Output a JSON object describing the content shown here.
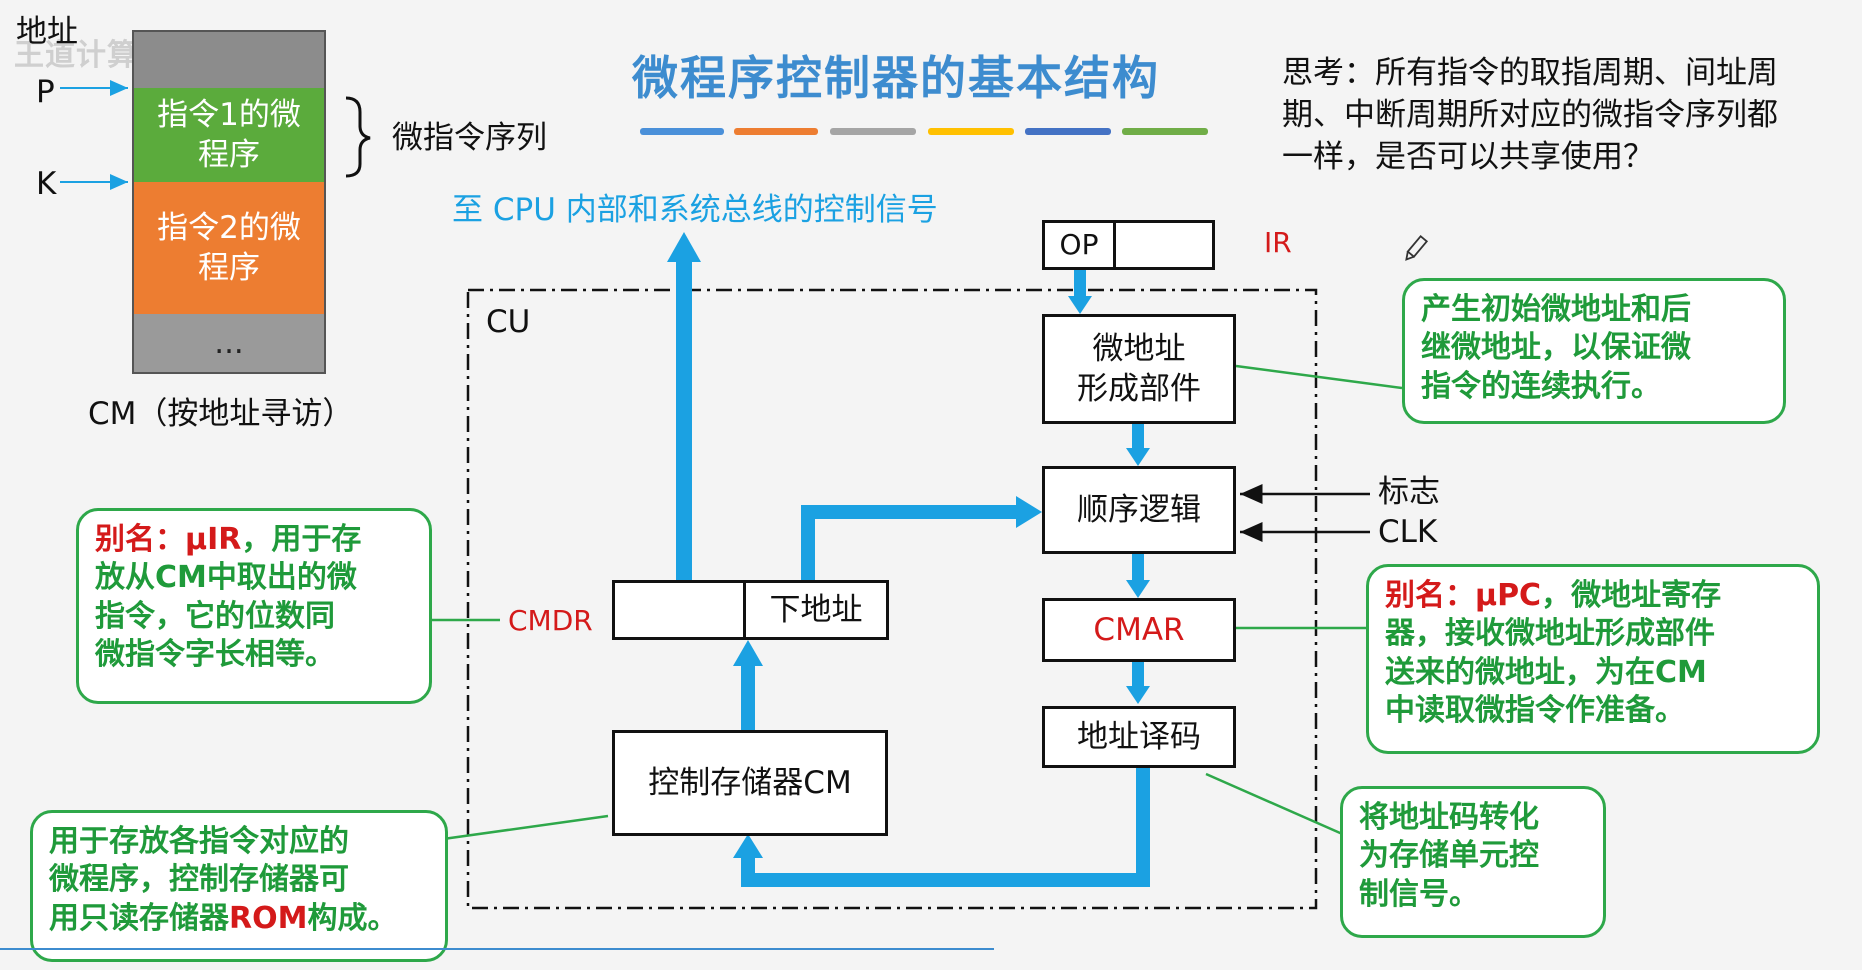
{
  "watermark": "王道计算机教育",
  "title": "微程序控制器的基本结构",
  "title_bar_colors": [
    "#4a90d9",
    "#ed7d31",
    "#a5a5a5",
    "#ffc000",
    "#4472c4",
    "#70ad47"
  ],
  "think": {
    "lines": [
      "思考：所有指令的取指周期、间址周",
      "期、中断周期所对应的微指令序列都",
      "一样，是否可以共享使用？"
    ]
  },
  "cm_figure": {
    "address_label": "地址",
    "p_label": "P",
    "k_label": "K",
    "cell1": [
      "指令1的微",
      "程序"
    ],
    "cell2": [
      "指令2的微",
      "程序"
    ],
    "cell3": "...",
    "brace_label": "微指令序列",
    "caption": "CM（按地址寻访）",
    "colors": {
      "top": "#8c8c8c",
      "cell1": "#5bab3c",
      "cell2": "#ed7d31",
      "cell3": "#9a9a9a"
    }
  },
  "cu_label": "CU",
  "control_signal_label": "至 CPU 内部和系统总线的控制信号",
  "ir": {
    "op": "OP",
    "label": "IR"
  },
  "blocks": {
    "micro_addr_gen": [
      "微地址",
      "形成部件"
    ],
    "seq_logic": "顺序逻辑",
    "cmar": "CMAR",
    "addr_decode": "地址译码",
    "control_store": "控制存储器CM",
    "cmdr_label": "CMDR",
    "next_addr": "下地址"
  },
  "inputs": {
    "flag": "标志",
    "clk": "CLK"
  },
  "callouts": {
    "micro_addr": [
      "产生初始微地址和后",
      "继微地址，以保证微",
      "指令的连续执行。"
    ],
    "cmdr_alias": "别名：μIR",
    "cmdr_rest": [
      "，用于存",
      "放从CM中取出的微",
      "指令，它的位数同",
      "微指令字长相等。"
    ],
    "cmar_alias": "别名：μPC",
    "cmar_rest": [
      "，微地址寄存",
      "器，接收微地址形成部件",
      "送来的微地址，为在CM",
      "中读取微指令作准备。"
    ],
    "decode": [
      "将地址码转化",
      "为存储单元控",
      "制信号。"
    ],
    "cm_pre": [
      "用于存放各指令对应的",
      "微程序，控制存储器可",
      "用只读存储器"
    ],
    "cm_rom": "ROM",
    "cm_post": "构成。"
  }
}
